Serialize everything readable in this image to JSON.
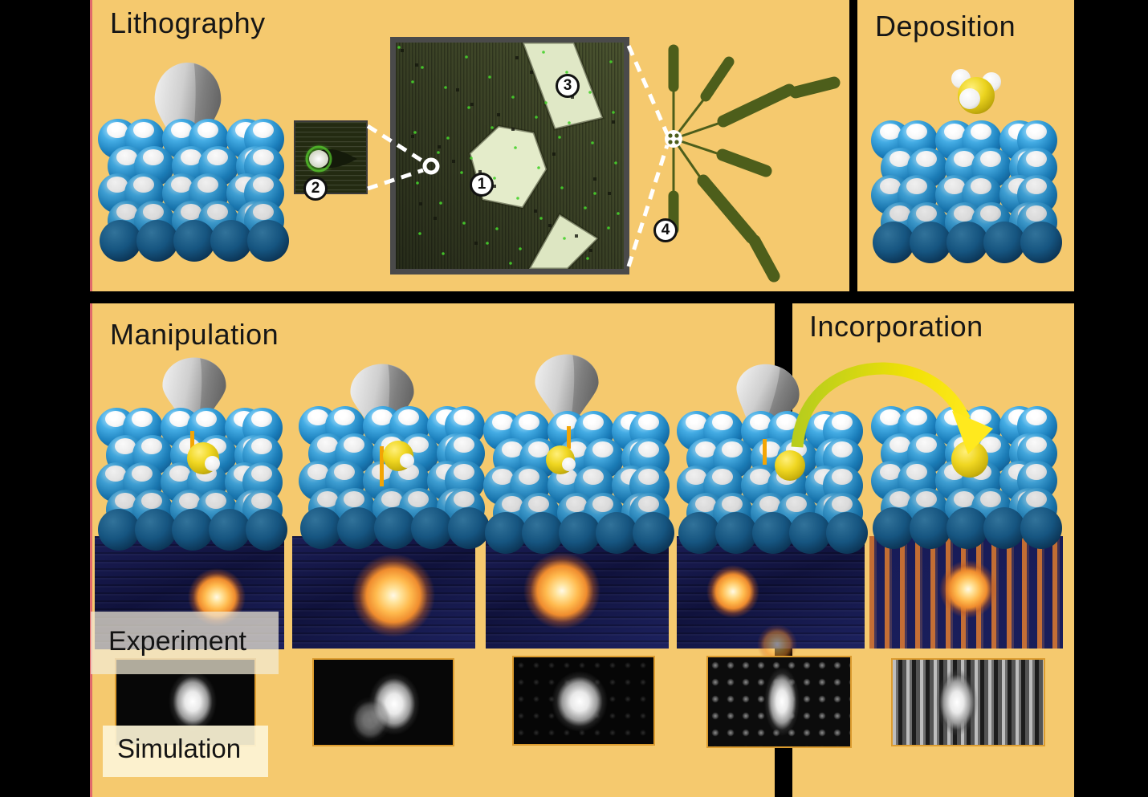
{
  "panels": {
    "lithography": {
      "title": "Lithography"
    },
    "deposition": {
      "title": "Deposition"
    },
    "manipulation": {
      "title": "Manipulation"
    },
    "incorporation": {
      "title": "Incorporation"
    }
  },
  "row_labels": {
    "experiment": "Experiment",
    "simulation": "Simulation"
  },
  "callouts": {
    "c1": "1",
    "c2": "2",
    "c3": "3",
    "c4": "4"
  },
  "icons": {
    "stm-tip-icon": "gray cone probe tip",
    "phosphine-molecule-icon": "yellow sphere with three white hydrogen spheres",
    "zoom-ring-icon": "small white ring marking zoom origin",
    "device-center-icon": "white circle with green contact dots",
    "electrode-pattern-icon": "six olive electrode arms radiating from center",
    "incorporation-arrow-icon": "curved yellow arrow",
    "tip-path-marker-icon": "orange vertical tick under tip apex"
  },
  "colors": {
    "panel_background": "#f5c96e",
    "panel_edge_accent": "#e0696b",
    "electrode_green": "#4d5e1b",
    "stm_image_olive": "#3c4226",
    "marker_orange": "#f3a504",
    "arrow_yellow": "#ffe91e",
    "adatom_yellow": "#f0d722",
    "lattice_blue": "#2e9fd8",
    "experiment_navy": "#171a4e",
    "experiment_glow": "#ffba4e",
    "simulation_border": "#dc9c2f"
  }
}
